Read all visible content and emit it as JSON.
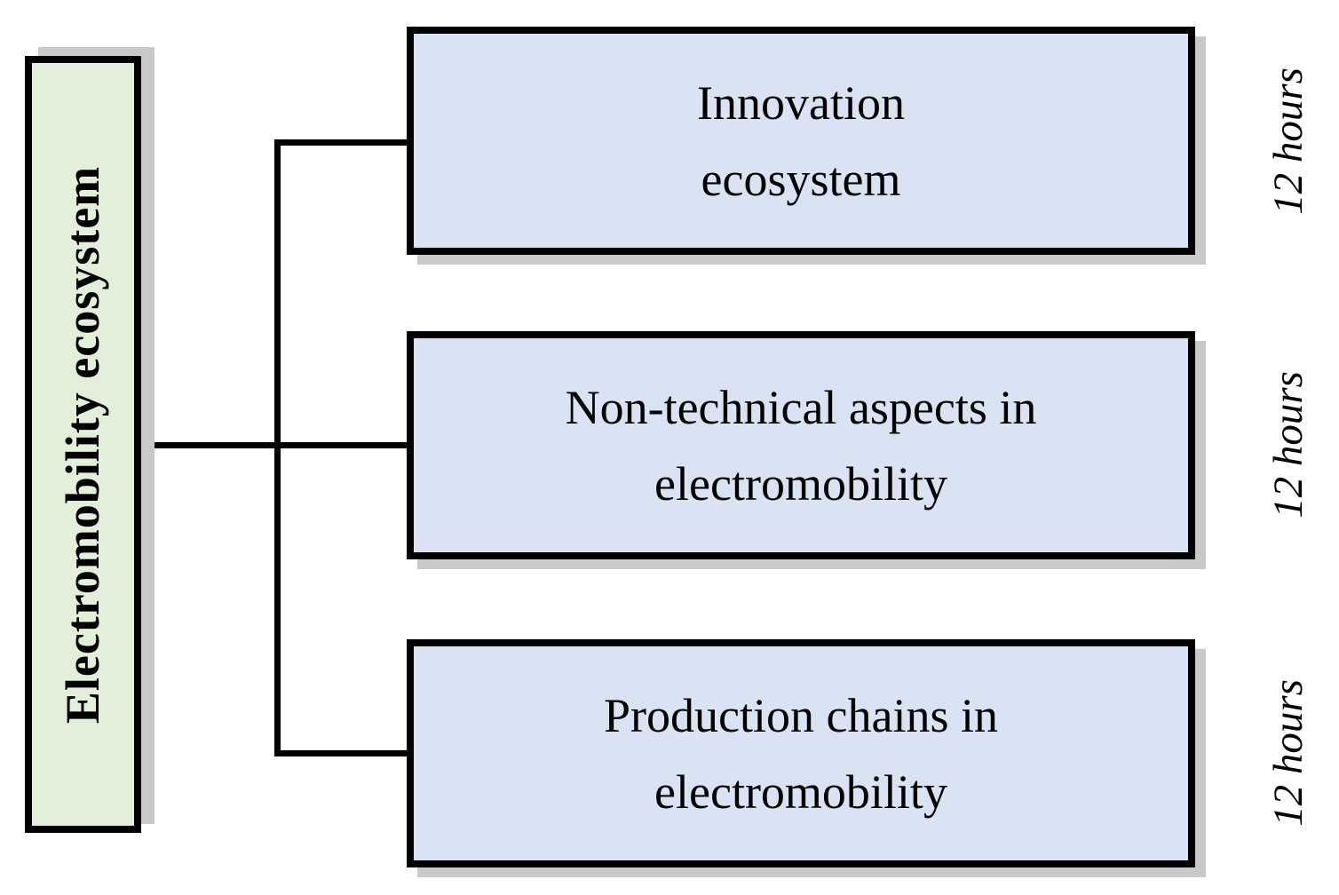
{
  "diagram": {
    "title_hint": "Electromobility ecosystem course structure diagram",
    "root": {
      "label": "Electromobility ecosystem"
    },
    "branches": [
      {
        "lines": [
          "Innovation",
          "ecosystem"
        ],
        "duration": "12 hours"
      },
      {
        "lines": [
          "Non-technical aspects in",
          "electromobility"
        ],
        "duration": "12 hours"
      },
      {
        "lines": [
          "Production chains in",
          "electromobility"
        ],
        "duration": "12 hours"
      }
    ],
    "colors": {
      "root_fill": "#e2efd9",
      "branch_fill": "#dae3f3",
      "border": "#000000",
      "shadow": "#c9c9c9",
      "background": "#ffffff",
      "text": "#000000"
    }
  }
}
